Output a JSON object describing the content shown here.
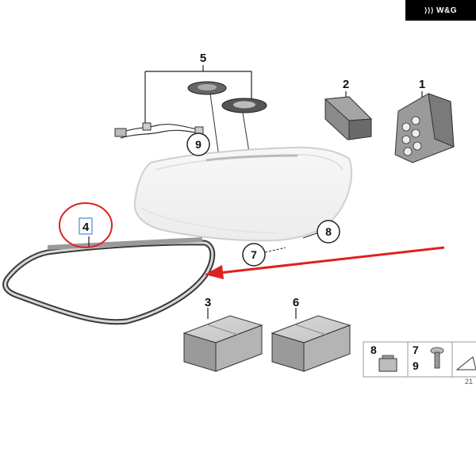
{
  "watermark": {
    "text": "W&G"
  },
  "callouts": {
    "c1": "1",
    "c2": "2",
    "c3": "3",
    "c4": "4",
    "c5": "5",
    "c6": "6",
    "c7": "7",
    "c8": "8",
    "c9": "9"
  },
  "legend": {
    "item_a": "8",
    "item_b_top": "7",
    "item_b_bottom": "9"
  },
  "doc_id": "21",
  "colors": {
    "highlight": "#e02020",
    "line": "#222222"
  }
}
